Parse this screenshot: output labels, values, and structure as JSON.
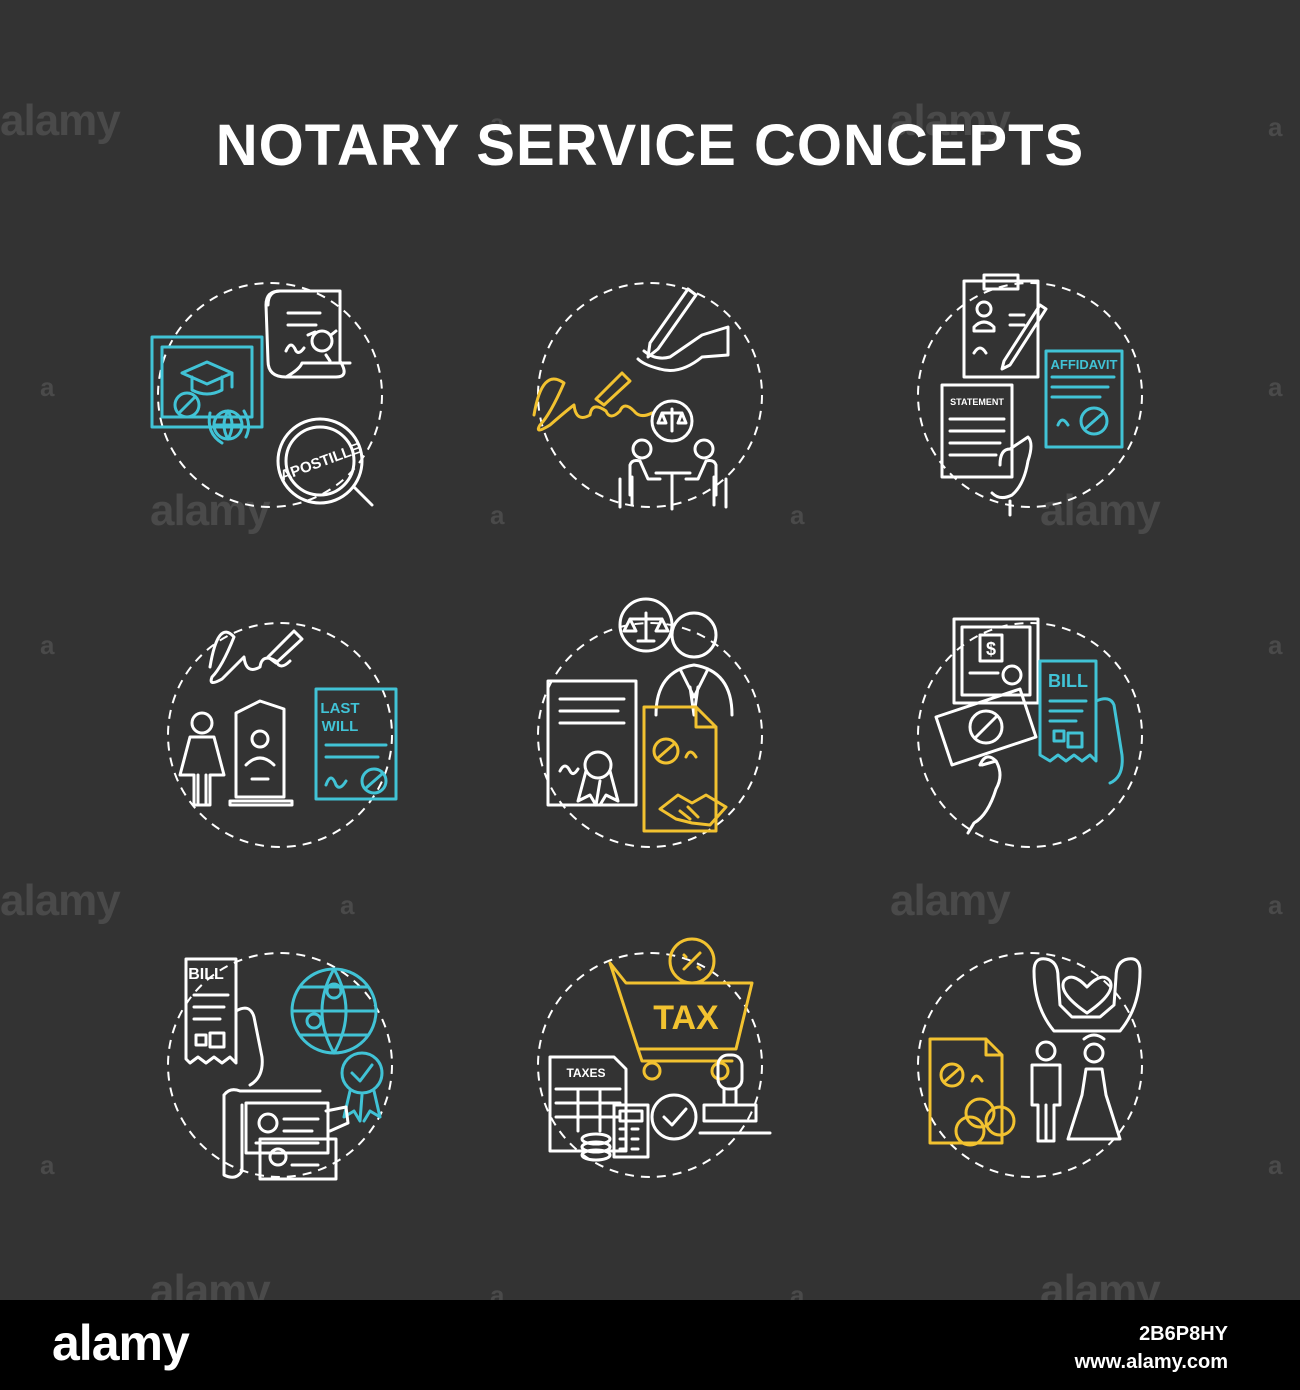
{
  "title": "NOTARY SERVICE CONCEPTS",
  "colors": {
    "background": "#333333",
    "white": "#ffffff",
    "blue": "#41c3d6",
    "yellow": "#f2c230",
    "footer": "#000000"
  },
  "icons": [
    {
      "name": "apostille-icon",
      "labels": [
        "APOSTILLE"
      ]
    },
    {
      "name": "signing-meeting-icon",
      "labels": []
    },
    {
      "name": "affidavit-statement-icon",
      "labels": [
        "STATEMENT",
        "AFFIDAVIT"
      ]
    },
    {
      "name": "last-will-icon",
      "labels": [
        "LAST",
        "WILL"
      ]
    },
    {
      "name": "lawyer-contract-icon",
      "labels": []
    },
    {
      "name": "bill-payment-icon",
      "labels": [
        "BILL"
      ]
    },
    {
      "name": "international-bill-icon",
      "labels": [
        "BILL"
      ]
    },
    {
      "name": "tax-icon",
      "labels": [
        "TAX",
        "TAXES"
      ]
    },
    {
      "name": "marriage-contract-icon",
      "labels": []
    }
  ],
  "watermark": {
    "word": "alamy",
    "mark": "a"
  },
  "footer": {
    "brand": "alamy",
    "image_id": "2B6P8HY",
    "site": "www.alamy.com"
  }
}
